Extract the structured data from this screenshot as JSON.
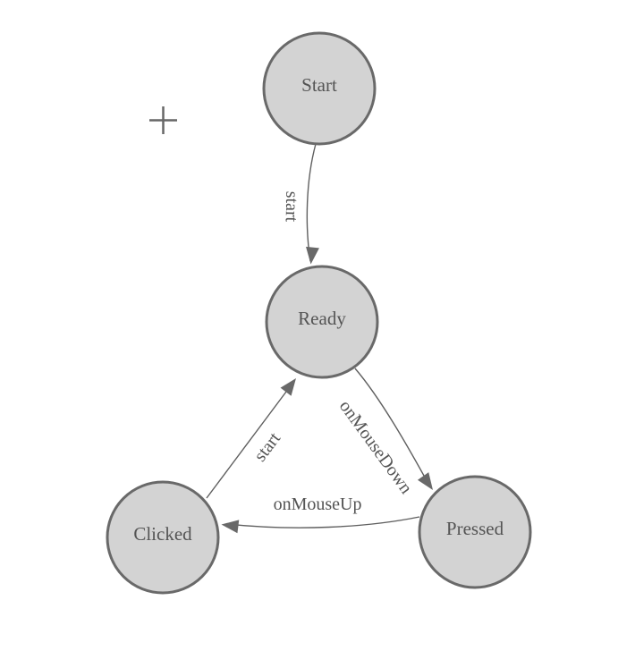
{
  "diagram": {
    "type": "state-machine",
    "colors": {
      "background": "#ffffff",
      "node_fill": "#d3d3d3",
      "node_stroke": "#696969",
      "edge_stroke": "#5f5f5f",
      "arrow_fill": "#696969",
      "label_color": "#545454",
      "crosshair_color": "#676767"
    },
    "crosshair_icon": "plus",
    "nodes": [
      {
        "id": "start",
        "label": "Start"
      },
      {
        "id": "ready",
        "label": "Ready"
      },
      {
        "id": "pressed",
        "label": "Pressed"
      },
      {
        "id": "clicked",
        "label": "Clicked"
      }
    ],
    "edges": [
      {
        "from": "Start",
        "to": "Ready",
        "label": "start"
      },
      {
        "from": "Ready",
        "to": "Pressed",
        "label": "onMouseDown"
      },
      {
        "from": "Pressed",
        "to": "Clicked",
        "label": "onMouseUp"
      },
      {
        "from": "Clicked",
        "to": "Ready",
        "label": "start"
      }
    ]
  }
}
